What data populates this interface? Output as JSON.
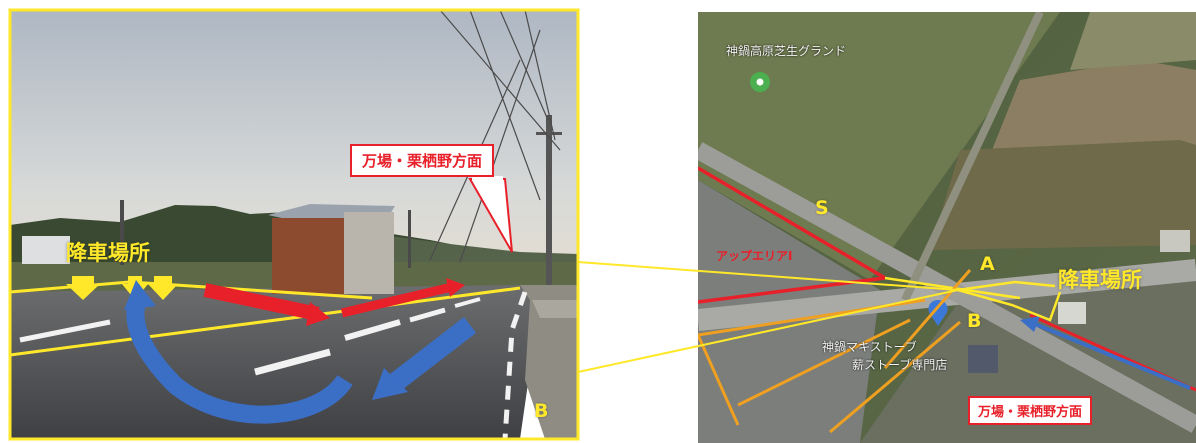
{
  "photo": {
    "callout_direction": "万場・栗栖野方面",
    "dropoff_label": "降車場所",
    "point_b": "B"
  },
  "map": {
    "place_ground": "神鍋高原芝生グランド",
    "place_store": "神鍋マキストーブ",
    "place_store_sub": "薪ストーブ専門店",
    "area_label": "アップエリアⅠ",
    "point_s": "S",
    "point_a": "A",
    "point_b": "B",
    "dropoff_label": "降車場所",
    "direction_label": "万場・栗栖野方面"
  },
  "colors": {
    "accent_yellow": "#ffe82a",
    "route_red": "#e8202a",
    "route_blue": "#3b6fc6",
    "route_orange": "#f0a020"
  }
}
